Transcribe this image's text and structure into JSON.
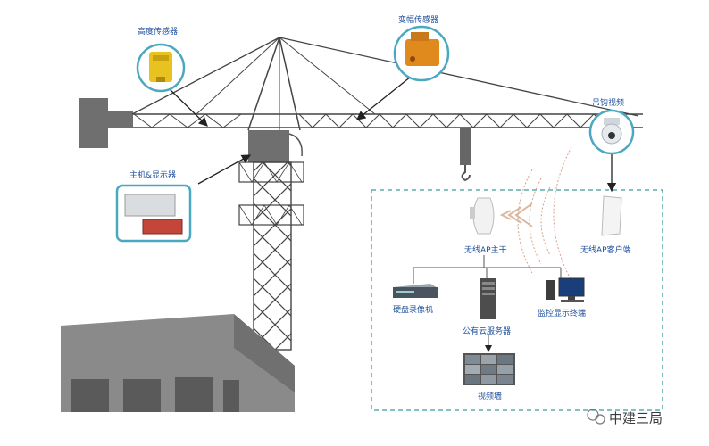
{
  "labels": {
    "height_sensor": "高度传感器",
    "amplitude_sensor": "变幅传感器",
    "hook_camera": "吊钩视频",
    "host_display": "主机&显示器",
    "wireless_ap_main": "无线AP主干",
    "wireless_ap_client": "无线AP客户端",
    "hdd_recorder": "硬盘录像机",
    "cloud_server": "公有云服务器",
    "monitor_terminal": "监控显示终端",
    "video_wall": "视频墙"
  },
  "watermark": "中建三局",
  "colors": {
    "label_text": "#1e4f9c",
    "network_box": "#3d9c9c",
    "crane_frame": "#444444",
    "crane_block": "#6f6f6f",
    "building": "#8a8a8a",
    "callout_border": "#4aa8c0",
    "sensor_yellow": "#e8c21f",
    "sensor_orange": "#e08a1e"
  }
}
